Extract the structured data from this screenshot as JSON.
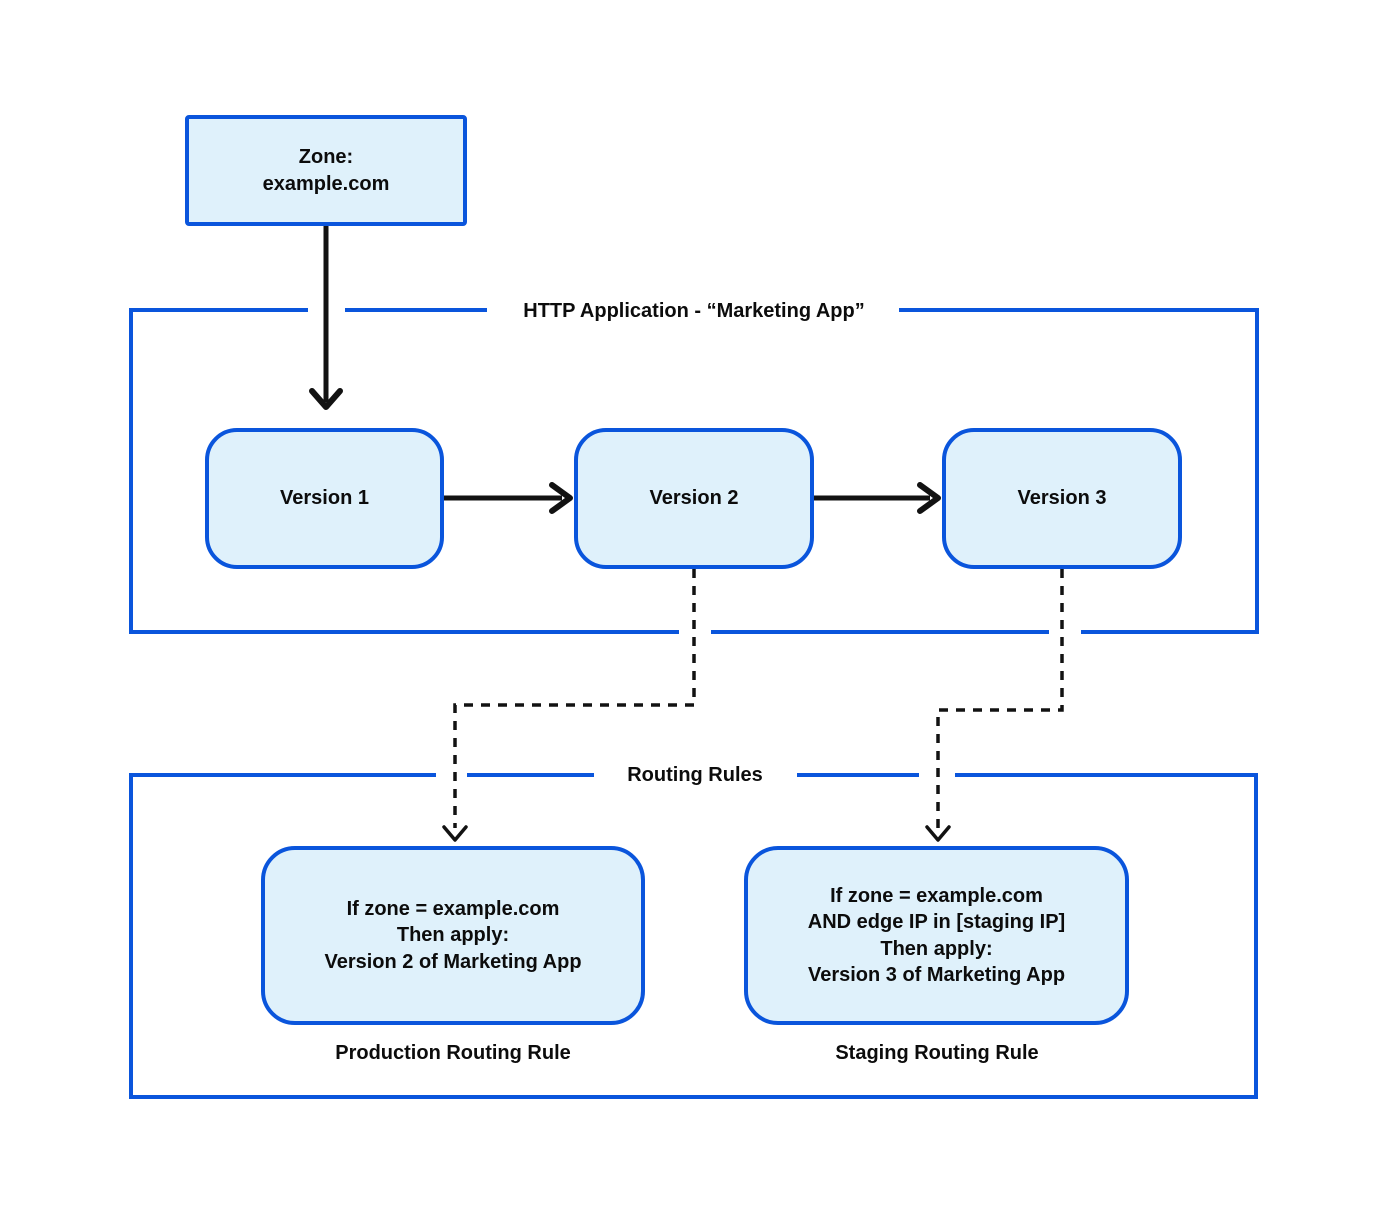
{
  "colors": {
    "accent_blue": "#0a55dc",
    "box_fill": "#dff1fb",
    "line_black": "#121212",
    "background": "#ffffff",
    "text": "#0c0c0c"
  },
  "zone_box": {
    "line1": "Zone:",
    "line2": "example.com"
  },
  "http_app": {
    "title": "HTTP Application - “Marketing App”",
    "versions": [
      {
        "label": "Version 1"
      },
      {
        "label": "Version 2"
      },
      {
        "label": "Version 3"
      }
    ]
  },
  "routing_rules": {
    "title": "Routing Rules",
    "rules": [
      {
        "lines": [
          "If zone = example.com",
          "Then apply:",
          "Version 2 of Marketing App"
        ],
        "caption": "Production Routing Rule"
      },
      {
        "lines": [
          "If zone = example.com",
          "AND edge IP in [staging IP]",
          "Then apply:",
          "Version 3 of Marketing App"
        ],
        "caption": "Staging Routing Rule"
      }
    ]
  }
}
